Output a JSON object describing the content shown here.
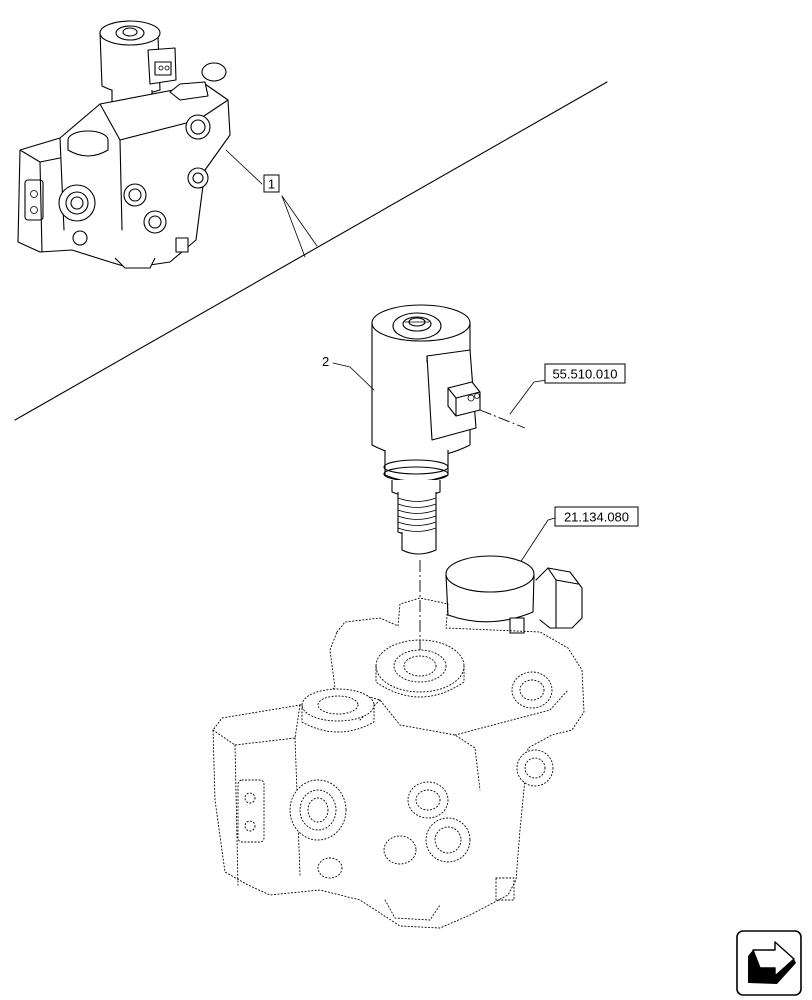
{
  "callouts": {
    "assembly_ref": "1",
    "solenoid_item": "2",
    "electrical_ref": "55.510.010",
    "valve_body_ref": "21.134.080"
  },
  "icons": {
    "nav": "previous-page-arrow-icon"
  }
}
